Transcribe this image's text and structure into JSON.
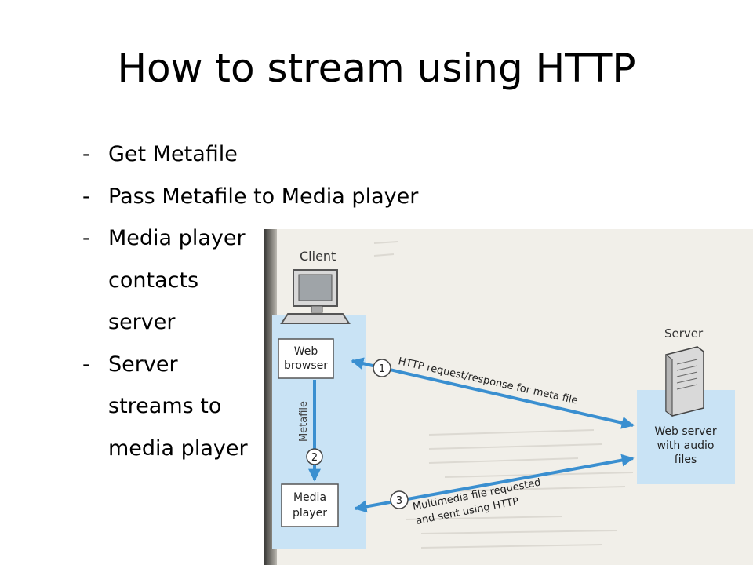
{
  "slide": {
    "title": "How to stream using HTTP",
    "bullets": [
      {
        "dash": "-",
        "text": "Get Metafile"
      },
      {
        "dash": "-",
        "text": "Pass Metafile to Media player"
      },
      {
        "dash": "-",
        "text": "Media player"
      },
      {
        "dash": "",
        "text": "contacts"
      },
      {
        "dash": "",
        "text": "server"
      },
      {
        "dash": "-",
        "text": "Server"
      },
      {
        "dash": "",
        "text": "streams to"
      },
      {
        "dash": "",
        "text": "media player"
      }
    ]
  },
  "diagram": {
    "client_label": "Client",
    "server_label": "Server",
    "web_browser_line1": "Web",
    "web_browser_line2": "browser",
    "media_player_line1": "Media",
    "media_player_line2": "player",
    "metafile_label": "Metafile",
    "web_server_line1": "Web server",
    "web_server_line2": "with audio",
    "web_server_line3": "files",
    "step1_number": "1",
    "step1_label": "HTTP request/response for meta file",
    "step2_number": "2",
    "step3_number": "3",
    "step3_label_line1": "Multimedia file requested",
    "step3_label_line2": "and sent using HTTP",
    "colors": {
      "arrow": "#3a8fd0",
      "panel": "#c9e3f5",
      "page": "#f3f1ec"
    }
  }
}
